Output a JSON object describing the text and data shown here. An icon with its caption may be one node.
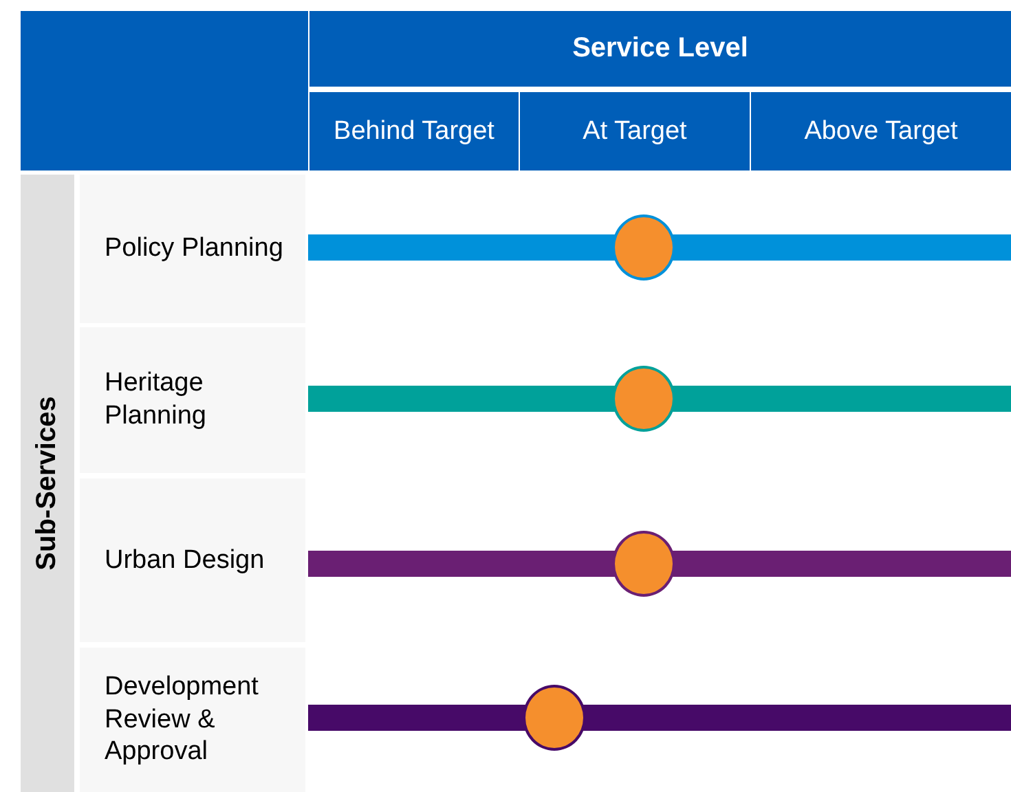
{
  "diagram": {
    "nodes": [
      {
        "text": [],
        "shape": "box"
      },
      {
        "text": [
          "Service Level"
        ]
      },
      {
        "text": [
          "Behind Target"
        ]
      },
      {
        "text": [
          "At Target"
        ]
      },
      {
        "text": [
          "Above Target"
        ]
      },
      {
        "text": [
          "Sub-Services"
        ]
      },
      {
        "text": [
          "Policy Planning"
        ]
      },
      {
        "text": [
          "Heritage Planning"
        ]
      },
      {
        "text": [
          "Urban Design"
        ]
      },
      {
        "text": [
          "Development Review & Approval"
        ]
      },
      {
        "text": [],
        "shape": "circle"
      },
      {
        "text": [],
        "shape": "circle"
      },
      {
        "text": [],
        "shape": "circle"
      },
      {
        "text": [],
        "shape": "circle"
      }
    ]
  }
}
